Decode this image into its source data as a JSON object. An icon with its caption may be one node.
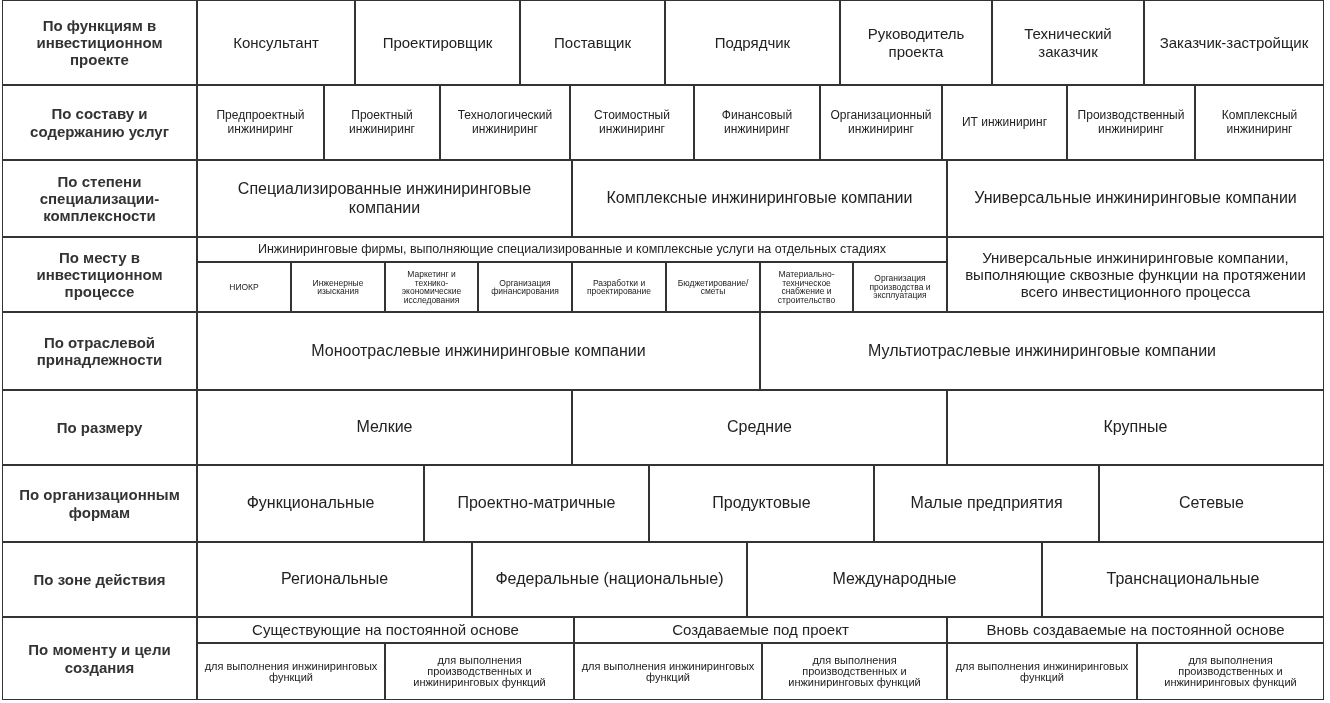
{
  "diagram": {
    "labels": [
      "По функциям в инвестиционном проекте",
      "Консультант",
      "Проектировщик",
      "Поставщик",
      "Подрядчик",
      "Руководитель проекта",
      "Технический заказчик",
      "Заказчик-застройщик",
      "По составу и содержанию услуг",
      "Предпроектный инжиниринг",
      "Проектный инжиниринг",
      "Технологический инжиниринг",
      "Стоимостный инжиниринг",
      "Финансовый инжиниринг",
      "Организационный инжиниринг",
      "ИТ инжиниринг",
      "Производственный инжиниринг",
      "Комплексный инжиниринг",
      "По степени специализации-комплексности",
      "Специализированные инжиниринговые компании",
      "Комплексные инжиниринговые компании",
      "Универсальные инжиниринговые компании",
      "По месту в инвестиционном процессе",
      "Инжиниринговые фирмы, выполняющие специализированные и комплексные услуги на отдельных стадиях",
      "Универсальные инжиниринговые компании, выполняющие сквозные функции на протяжении всего инвестиционного процесса",
      "НИОКР",
      "Инженерные изыскания",
      "Маркетинг и технико-экономические исследования",
      "Организация финансирования",
      "Разработки и проектирование",
      "Бюджетирование/сметы",
      "Материально-техническое снабжение и строительство",
      "Организация производства и эксплуатация",
      "По отраслевой принадлежности",
      "Моноотраслевые инжиниринговые компании",
      "Мультиотраслевые инжиниринговые компании",
      "По размеру",
      "Мелкие",
      "Средние",
      "Крупные",
      "По организационным формам",
      "Функциональные",
      "Проектно-матричные",
      "Продуктовые",
      "Малые предприятия",
      "Сетевые",
      "По зоне действия",
      "Региональные",
      "Федеральные (национальные)",
      "Международные",
      "Транснациональные",
      "По моменту и цели создания",
      "Существующие на постоянной основе",
      "Создаваемые под проект",
      "Вновь создаваемые на постоянной основе",
      "для выполнения инжиниринговых функций",
      "для выполнения производственных и инжиниринговых функций",
      "для выполнения инжиниринговых функций",
      "для выполнения производственных и инжиниринговых функций",
      "для выполнения инжиниринговых функций",
      "для выполнения производственных и инжиниринговых функций"
    ]
  }
}
